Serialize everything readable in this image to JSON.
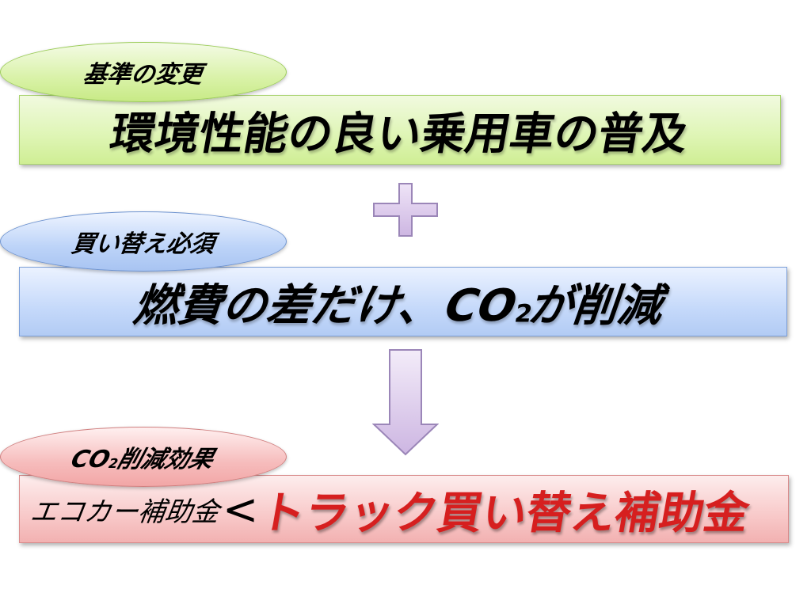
{
  "steps": [
    {
      "tag": "基準の変更",
      "text": "環境性能の良い乗用車の普及"
    },
    {
      "tag": "買い替え必須",
      "text_before": "燃費の差だけ、CO",
      "text_sub": "2",
      "text_after": "が削減"
    },
    {
      "tag_before": "CO",
      "tag_sub": "2",
      "tag_after": "削減効果",
      "small_text": "エコカー補助金",
      "comparator": "<",
      "big_text": "トラック買い替え補助金"
    }
  ],
  "icons": {
    "plus": "plus-icon",
    "arrow": "down-arrow-icon"
  },
  "colors": {
    "green": "#d9f2a8",
    "blue": "#bcd3f8",
    "pink": "#f6bcbc",
    "arrow_fill": "#dcc8ea",
    "arrow_stroke": "#9b86b8",
    "highlight_red": "#d61f1f"
  }
}
